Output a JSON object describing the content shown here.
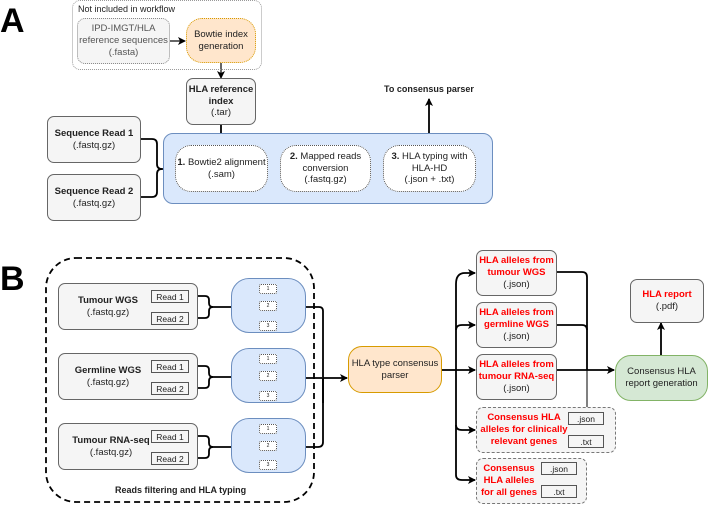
{
  "panel_a": {
    "label": "A",
    "excluded_group": {
      "caption": "Not included in workflow",
      "reference_source": {
        "line1": "IPD-IMGT/HLA",
        "line2": "reference sequences",
        "line3": "(.fasta)"
      },
      "index_generation": {
        "line1": "Bowtie index",
        "line2": "generation"
      }
    },
    "reference_index": {
      "title1": "HLA reference",
      "title2": "index",
      "ext": "(.tar)"
    },
    "inputs": [
      {
        "title": "Sequence Read 1",
        "ext": "(.fastq.gz)"
      },
      {
        "title": "Sequence Read 2",
        "ext": "(.fastq.gz)"
      }
    ],
    "steps": [
      {
        "num": "1.",
        "line1": " Bowtie2 alignment",
        "line2": "(.sam)",
        "line3": ""
      },
      {
        "num": "2.",
        "line1": " Mapped reads",
        "line2": "conversion",
        "line3": "(.fastq.gz)"
      },
      {
        "num": "3.",
        "line1": " HLA typing with",
        "line2": "HLA-HD",
        "line3": "(.json + .txt)"
      }
    ],
    "output_label": "To consensus parser"
  },
  "panel_b": {
    "label": "B",
    "group_caption": "Reads filtering and HLA typing",
    "samples": [
      {
        "title": "Tumour WGS",
        "ext": "(.fastq.gz)",
        "read1": "Read 1",
        "read2": "Read 2",
        "steps": [
          "1",
          "2",
          "3"
        ]
      },
      {
        "title": "Germline WGS",
        "ext": "(.fastq.gz)",
        "read1": "Read 1",
        "read2": "Read 2",
        "steps": [
          "1",
          "2",
          "3"
        ]
      },
      {
        "title": "Tumour RNA-seq",
        "ext": "(.fastq.gz)",
        "read1": "Read 1",
        "read2": "Read 2",
        "steps": [
          "1",
          "2",
          "3"
        ]
      }
    ],
    "consensus_parser": {
      "line1": "HLA type consensus",
      "line2": "parser"
    },
    "outputs": [
      {
        "line1": "HLA alleles from",
        "line2": "tumour WGS",
        "ext": "(.json)"
      },
      {
        "line1": "HLA alleles from",
        "line2": "germline WGS",
        "ext": "(.json)"
      },
      {
        "line1": "HLA alleles from",
        "line2": "tumour RNA-seq",
        "ext": "(.json)"
      }
    ],
    "clinical_consensus": {
      "line1": "Consensus HLA",
      "line2": "alleles for clinically",
      "line3": "relevant genes",
      "ext1": ".json",
      "ext2": ".txt"
    },
    "all_consensus": {
      "line1": "Consensus",
      "line2": "HLA alleles",
      "line3": "for all genes",
      "ext1": ".json",
      "ext2": ".txt"
    },
    "report_generation": {
      "line1": "Consensus HLA",
      "line2": "report generation"
    },
    "report": {
      "title": "HLA report",
      "ext": "(.pdf)"
    }
  },
  "colors": {
    "red_text": "#ff0000",
    "blue_fill": "#dae8fc",
    "blue_stroke": "#6c8ebf",
    "orange_fill": "#ffe6cc",
    "orange_stroke": "#d79b00",
    "green_fill": "#d5e8d4",
    "green_stroke": "#82b366",
    "grey_fill": "#f5f5f5"
  }
}
